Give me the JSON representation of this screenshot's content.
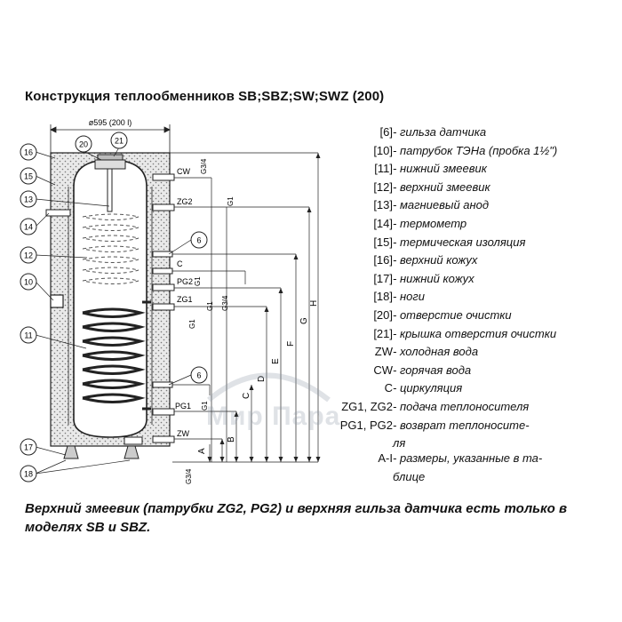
{
  "title": "Конструкция теплообменников SB;SBZ;SW;SWZ (200)",
  "diagram": {
    "diameter_label": "ø595 (200 l)",
    "callouts": {
      "c16": "16",
      "c20": "20",
      "c21": "21",
      "c15": "15",
      "c13": "13",
      "c14": "14",
      "c12": "12",
      "c10": "10",
      "c11": "11",
      "c17": "17",
      "c18": "18",
      "c6a": "6",
      "c6b": "6"
    },
    "ports": {
      "cw": "CW",
      "zg2": "ZG2",
      "c": "C",
      "pg2": "PG2",
      "zg1": "ZG1",
      "pg1": "PG1",
      "zw": "ZW"
    },
    "threads": {
      "g34_top": "G3/4",
      "g1_zg2": "G1",
      "g1_pg2": "G1",
      "g1_zg1": "G1",
      "g34_zg1": "G3/4",
      "g1_pg1": "G1",
      "g34_bottom": "G3/4"
    },
    "dims": {
      "a": "A",
      "b": "B",
      "c": "C",
      "d": "D",
      "e": "E",
      "f": "F",
      "g": "G",
      "h": "H"
    }
  },
  "legend": [
    {
      "key": "[6]",
      "desc": "- гильза датчика"
    },
    {
      "key": "[10]",
      "desc": "- патрубок ТЭНа (пробка 1½\")"
    },
    {
      "key": "[11]",
      "desc": "- нижний змеевик"
    },
    {
      "key": "[12]",
      "desc": "- верхний змеевик"
    },
    {
      "key": "[13]",
      "desc": "- магниевый анод"
    },
    {
      "key": "[14]",
      "desc": "- термометр"
    },
    {
      "key": "[15]",
      "desc": "- термическая изоляция"
    },
    {
      "key": "[16]",
      "desc": "- верхний кожух"
    },
    {
      "key": "[17]",
      "desc": "- нижний кожух"
    },
    {
      "key": "[18]",
      "desc": "- ноги"
    },
    {
      "key": "[20]",
      "desc": "- отверстие очистки"
    },
    {
      "key": "[21]",
      "desc": "- крышка отверстия очистки"
    },
    {
      "key": "ZW",
      "desc": "- холодная вода"
    },
    {
      "key": "CW",
      "desc": "- горячая вода"
    },
    {
      "key": "C",
      "desc": "- циркуляция"
    },
    {
      "key": "ZG1, ZG2",
      "desc": "- подача теплоносителя"
    },
    {
      "key": "PG1, PG2",
      "desc": "- возврат теплоносите-"
    },
    {
      "key": "",
      "desc": "ля"
    },
    {
      "key": "A-I",
      "desc": "- размеры, указанные в та-"
    },
    {
      "key": "",
      "desc": "блице"
    }
  ],
  "note": "Верхний змеевик (патрубки ZG2, PG2) и верхняя гильза датчика есть только в моделях SB и SBZ.",
  "watermark": "Мир Пара"
}
